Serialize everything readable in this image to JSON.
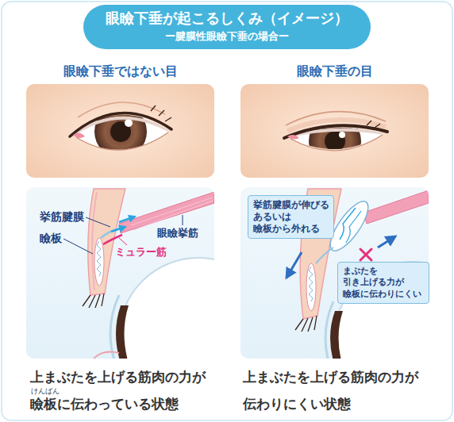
{
  "diagram": {
    "title": "眼瞼下垂が起こるしくみ（イメージ）",
    "nodes": [
      {
        "text": [
          "挙筋腱膜が伸びる あるいは 瞼板から外れる"
        ]
      },
      {
        "text": [
          "まぶたを 引き上げる力が 瞼板に伝わりにくい"
        ]
      }
    ],
    "labels": [
      "ー腱膜性眼瞼下垂の場合ー",
      "眼瞼下垂ではない目",
      "眼瞼下垂の目",
      "挙筋腱膜",
      "眼瞼挙筋",
      "瞼板",
      "ミュラー筋",
      "上まぶたを上げる筋肉の力が 瞼板に伝わっている状態",
      "けんばん",
      "上まぶたを上げる筋肉の力が 伝わりにくい状態"
    ]
  }
}
